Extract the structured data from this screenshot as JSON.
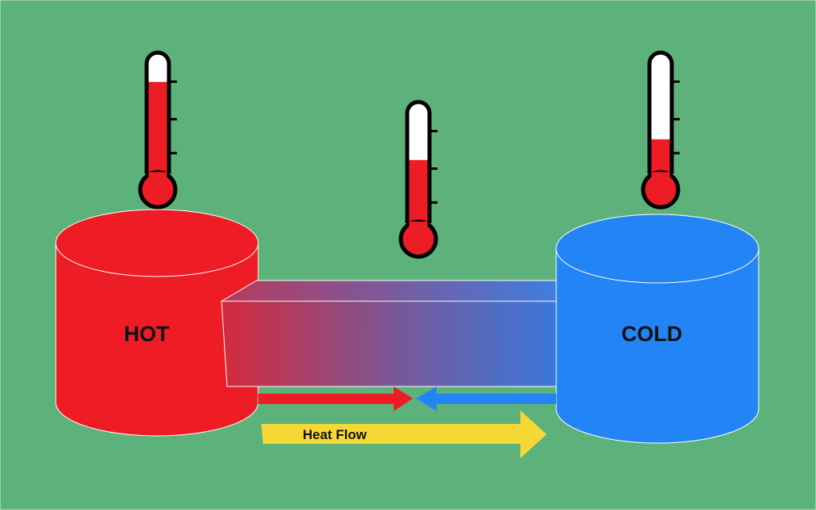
{
  "diagram": {
    "hot_reservoir": {
      "label": "HOT",
      "color": "#ee1c24"
    },
    "cold_reservoir": {
      "label": "COLD",
      "color": "#2384f5"
    },
    "heat_flow": {
      "label": "Heat Flow",
      "color": "#f5d835"
    },
    "background_color": "#5cb27a",
    "thermometers": [
      {
        "name": "hot-thermometer",
        "fill_level": 0.8
      },
      {
        "name": "middle-thermometer",
        "fill_level": 0.55
      },
      {
        "name": "cold-thermometer",
        "fill_level": 0.3
      }
    ]
  }
}
